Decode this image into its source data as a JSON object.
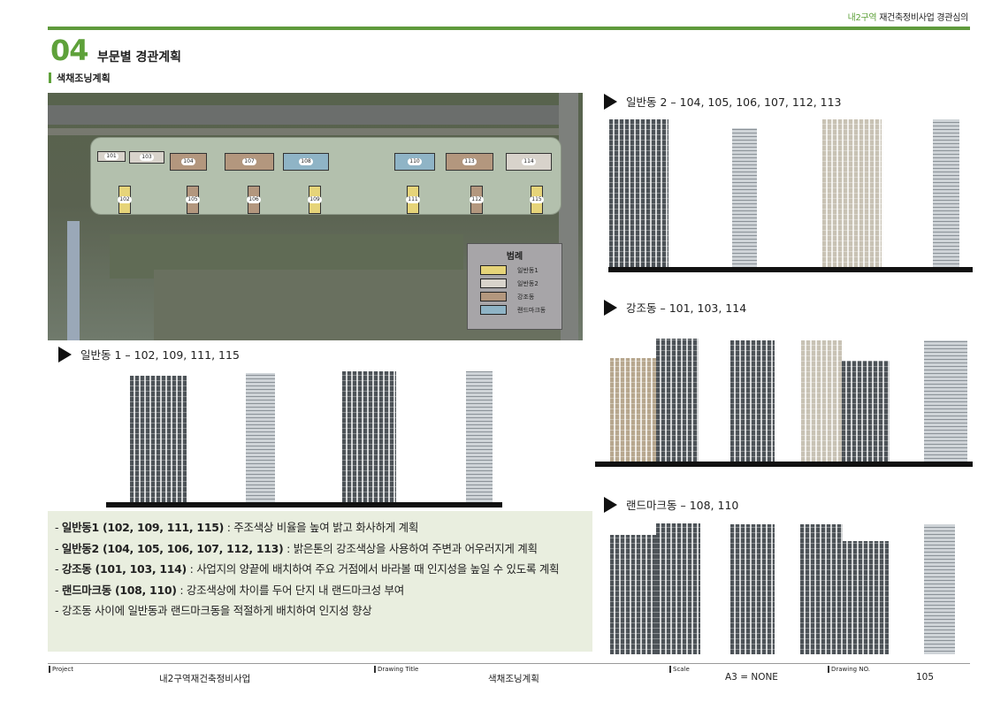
{
  "header": {
    "project_highlight": "내2구역",
    "project_rest": "재건축정비사업 경관심의"
  },
  "section": {
    "number": "04",
    "title": "부문별 경관계획",
    "subtitle": "색채조닝계획"
  },
  "site_plan": {
    "legend_title": "범례",
    "legend": [
      {
        "label": "일반동1",
        "color": "#e6d479"
      },
      {
        "label": "일반동2",
        "color": "#d8d3cb"
      },
      {
        "label": "강조동",
        "color": "#b3977e"
      },
      {
        "label": "랜드마크동",
        "color": "#8fb4c6"
      }
    ],
    "buildings": [
      "101",
      "103",
      "104",
      "107",
      "108",
      "110",
      "113",
      "114",
      "102",
      "105",
      "106",
      "109",
      "111",
      "112",
      "115"
    ]
  },
  "elevations": {
    "e1": "일반동 1 – 102, 109, 111, 115",
    "e2": "일반동 2 – 104, 105, 106, 107,  112, 113",
    "e3": "강조동 – 101, 103, 114",
    "e4": "랜드마크동 – 108, 110"
  },
  "notes": [
    {
      "bold": "일반동1 (102, 109, 111, 115)",
      "text": " : 주조색상 비율을 높여 밝고 화사하게 계획"
    },
    {
      "bold": "일반동2 (104, 105, 106, 107, 112, 113)",
      "text": " : 밝은톤의 강조색상을 사용하여 주변과 어우러지게 계획"
    },
    {
      "bold": "강조동 (101, 103, 114)",
      "text": " : 사업지의 양끝에 배치하여 주요 거점에서 바라볼 때 인지성을 높일 수 있도록 계획"
    },
    {
      "bold": "랜드마크동 (108, 110)",
      "text": " : 강조색상에 차이를 두어 단지 내 랜드마크성 부여"
    },
    {
      "bold": "",
      "text": "강조동 사이에 일반동과 랜드마크동을 적절하게 배치하여 인지성 향상"
    }
  ],
  "footer": {
    "project_label": "Project",
    "project": "내2구역재건축정비사업",
    "title_label": "Drawing Title",
    "title": "색채조닝계획",
    "scale_label": "Scale",
    "scale": "A3 = NONE",
    "no_label": "Drawing NO.",
    "no": "105"
  }
}
